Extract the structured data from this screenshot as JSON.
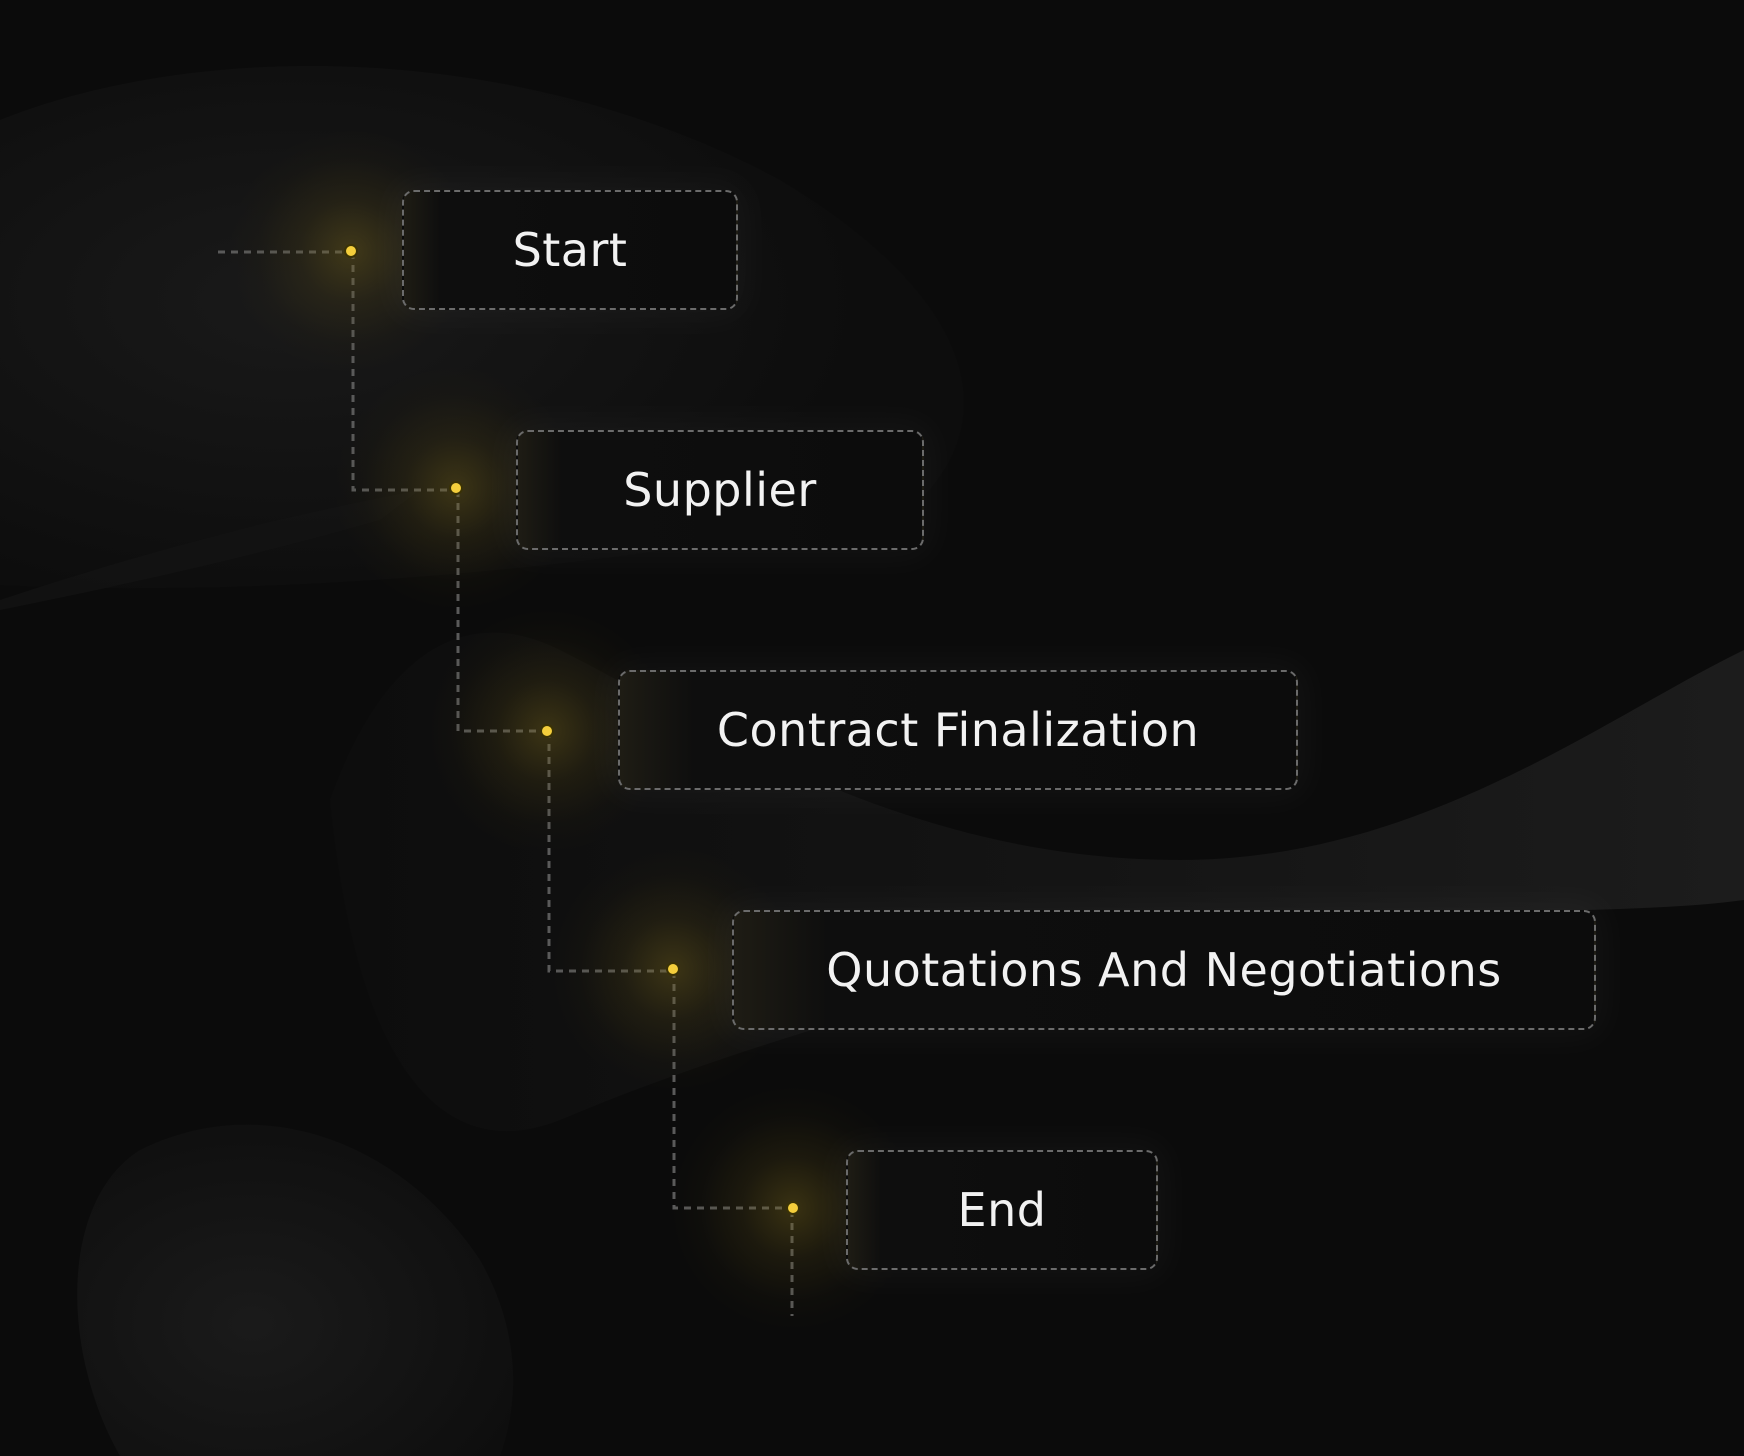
{
  "diagram": {
    "type": "flowchart",
    "nodes": [
      {
        "id": "start",
        "label": "Start"
      },
      {
        "id": "supplier",
        "label": "Supplier"
      },
      {
        "id": "contract",
        "label": "Contract Finalization"
      },
      {
        "id": "quotations",
        "label": "Quotations And Negotiations"
      },
      {
        "id": "end",
        "label": "End"
      }
    ],
    "edges": [
      {
        "from": "start",
        "to": "supplier"
      },
      {
        "from": "supplier",
        "to": "contract"
      },
      {
        "from": "contract",
        "to": "quotations"
      },
      {
        "from": "quotations",
        "to": "end"
      }
    ]
  },
  "colors": {
    "background": "#0b0b0b",
    "node_fill": "#0c0c0c",
    "node_border": "#6b6b6b",
    "connector": "#5a5a5a",
    "dot": "#f4ce3c",
    "glow": "#78661c",
    "text": "#f2f2f2"
  }
}
